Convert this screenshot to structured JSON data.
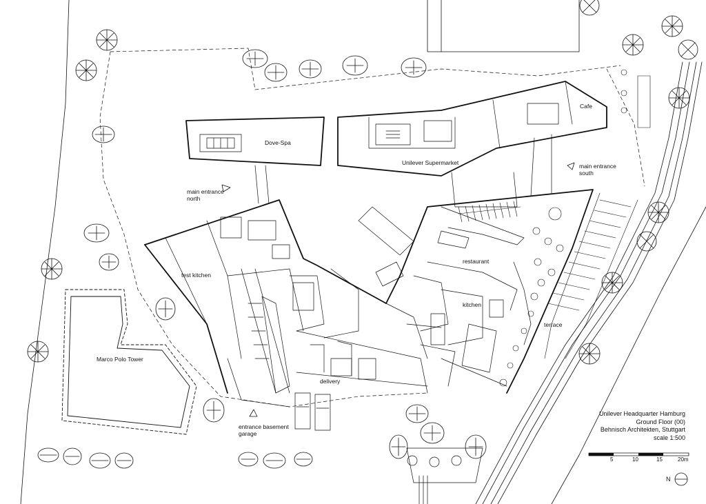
{
  "labels": {
    "dove_spa": "Dove-Spa",
    "supermarket": "Unilever Supermarket",
    "cafe": "Cafe",
    "main_entrance_north": "main entrance north",
    "main_entrance_south": "main entrance south",
    "test_kitchen": "test kitchen",
    "restaurant": "restaurant",
    "kitchen": "kitchen",
    "terrace": "terrace",
    "marco_polo_tower": "Marco Polo Tower",
    "delivery": "delivery",
    "entrance_basement_garage": "entrance basement garage"
  },
  "title_block": {
    "line1": "Unilever Headquarter Hamburg",
    "line2": "Ground Floor (00)",
    "line3": "Behnisch Architekten, Stuttgart",
    "line4": "scale 1:500"
  },
  "scale_bar": {
    "ticks": [
      "5",
      "10",
      "15",
      "20m"
    ]
  },
  "north": {
    "label": "N"
  },
  "colors": {
    "line": "#111111",
    "background": "#ffffff"
  }
}
